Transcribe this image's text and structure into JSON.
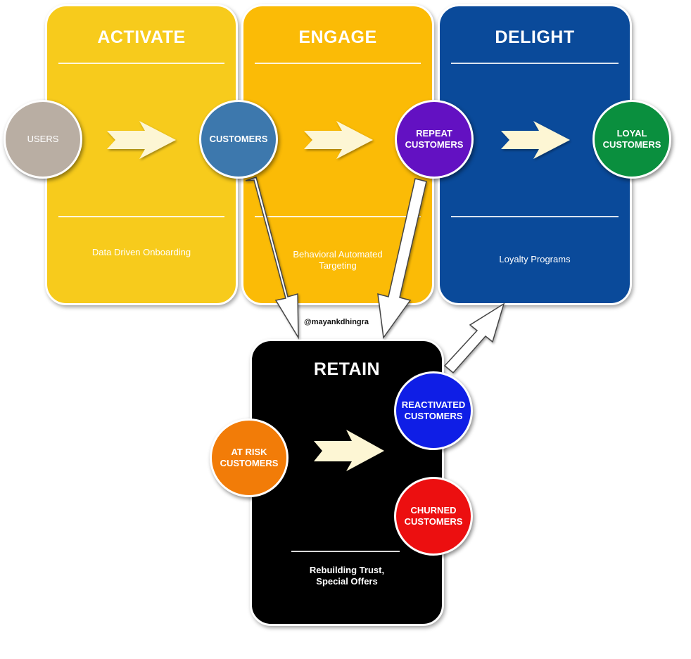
{
  "panels": {
    "activate": {
      "title": "ACTIVATE",
      "description": "Data Driven Onboarding"
    },
    "engage": {
      "title": "ENGAGE",
      "description": "Behavioral Automated Targeting"
    },
    "delight": {
      "title": "DELIGHT",
      "description": "Loyalty Programs"
    },
    "retain": {
      "title": "RETAIN",
      "description": "Rebuilding Trust, Special Offers"
    }
  },
  "nodes": {
    "users": {
      "label": "USERS"
    },
    "customers": {
      "label": "CUSTOMERS"
    },
    "repeat": {
      "label": "REPEAT CUSTOMERS"
    },
    "loyal": {
      "label": "LOYAL CUSTOMERS"
    },
    "atrisk": {
      "label": "AT RISK CUSTOMERS"
    },
    "reactivated": {
      "label": "REACTIVATED CUSTOMERS"
    },
    "churned": {
      "label": "CHURNED CUSTOMERS"
    }
  },
  "watermark": "@mayankdhingra",
  "colors": {
    "activate": "#f7cb1c",
    "engage": "#fbbb06",
    "delight": "#0a4a9a",
    "retain": "#000000",
    "arrow_fill": "#fdf6d4"
  }
}
